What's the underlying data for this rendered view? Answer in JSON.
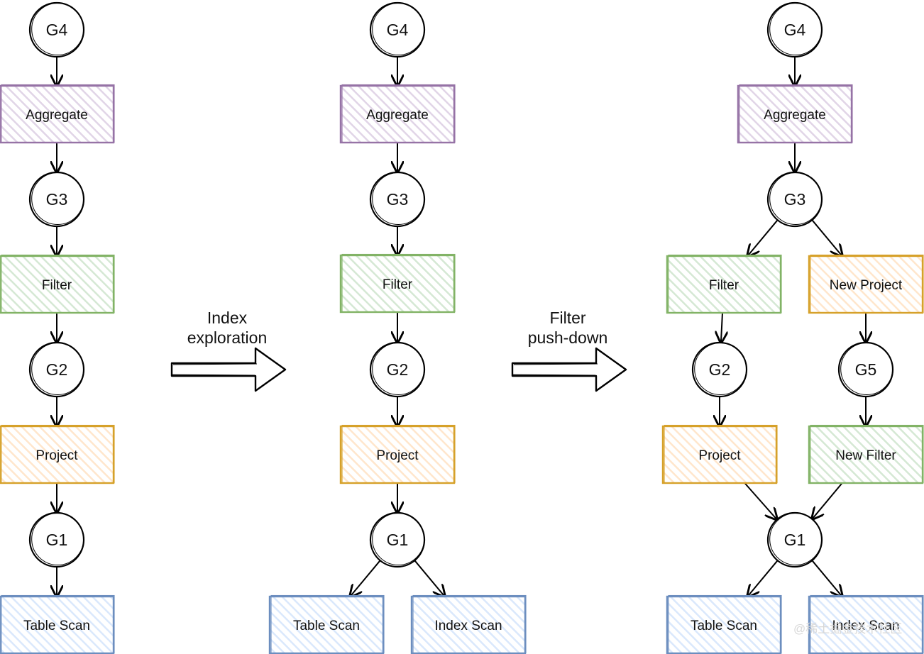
{
  "colors": {
    "purple": "#9673a6",
    "purple_fill": "#e1d5e7",
    "green": "#82b366",
    "green_fill": "#d5e8d4",
    "orange": "#d6a12a",
    "orange_fill": "#ffe6cc",
    "blue": "#6c8ebf",
    "blue_fill": "#dae8fc"
  },
  "panels": [
    {
      "groups": [
        {
          "id": "p1-g4",
          "label": "G4"
        },
        {
          "id": "p1-g3",
          "label": "G3"
        },
        {
          "id": "p1-g2",
          "label": "G2"
        },
        {
          "id": "p1-g1",
          "label": "G1"
        }
      ],
      "nodes": [
        {
          "id": "p1-aggregate",
          "label": "Aggregate",
          "color": "purple"
        },
        {
          "id": "p1-filter",
          "label": "Filter",
          "color": "green"
        },
        {
          "id": "p1-project",
          "label": "Project",
          "color": "orange"
        },
        {
          "id": "p1-table-scan",
          "label": "Table Scan",
          "color": "blue"
        }
      ]
    },
    {
      "groups": [
        {
          "id": "p2-g4",
          "label": "G4"
        },
        {
          "id": "p2-g3",
          "label": "G3"
        },
        {
          "id": "p2-g2",
          "label": "G2"
        },
        {
          "id": "p2-g1",
          "label": "G1"
        }
      ],
      "nodes": [
        {
          "id": "p2-aggregate",
          "label": "Aggregate",
          "color": "purple"
        },
        {
          "id": "p2-filter",
          "label": "Filter",
          "color": "green"
        },
        {
          "id": "p2-project",
          "label": "Project",
          "color": "orange"
        },
        {
          "id": "p2-table-scan",
          "label": "Table Scan",
          "color": "blue"
        },
        {
          "id": "p2-index-scan",
          "label": "Index Scan",
          "color": "blue"
        }
      ]
    },
    {
      "groups": [
        {
          "id": "p3-g4",
          "label": "G4"
        },
        {
          "id": "p3-g3",
          "label": "G3"
        },
        {
          "id": "p3-g2",
          "label": "G2"
        },
        {
          "id": "p3-g5",
          "label": "G5"
        },
        {
          "id": "p3-g1",
          "label": "G1"
        }
      ],
      "nodes": [
        {
          "id": "p3-aggregate",
          "label": "Aggregate",
          "color": "purple"
        },
        {
          "id": "p3-filter",
          "label": "Filter",
          "color": "green"
        },
        {
          "id": "p3-new-project",
          "label": "New Project",
          "color": "orange"
        },
        {
          "id": "p3-project",
          "label": "Project",
          "color": "orange"
        },
        {
          "id": "p3-new-filter",
          "label": "New Filter",
          "color": "green"
        },
        {
          "id": "p3-table-scan",
          "label": "Table Scan",
          "color": "blue"
        },
        {
          "id": "p3-index-scan",
          "label": "Index Scan",
          "color": "blue"
        }
      ]
    }
  ],
  "transitions": [
    {
      "line1": "Index",
      "line2": "exploration"
    },
    {
      "line1": "Filter",
      "line2": "push-down"
    }
  ],
  "watermark": "@稀土掘金技术社区"
}
